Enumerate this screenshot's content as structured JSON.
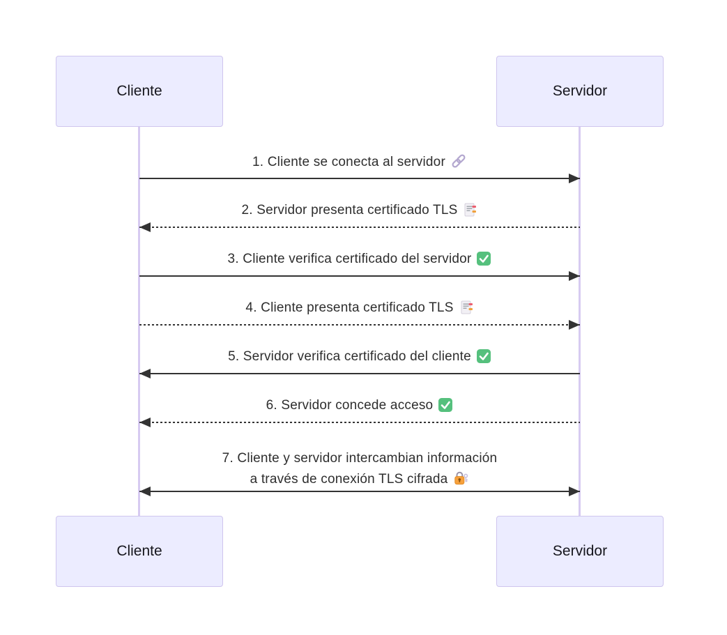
{
  "diagram": {
    "type": "sequence",
    "actors": [
      {
        "label": "Cliente"
      },
      {
        "label": "Servidor"
      }
    ],
    "messages": [
      {
        "label": "1. Cliente se conecta al servidor",
        "icon": "link-icon",
        "from": "Cliente",
        "to": "Servidor",
        "line": "solid",
        "arrow": "right"
      },
      {
        "label": "2. Servidor presenta certificado TLS",
        "icon": "bookmark-tabs-icon",
        "from": "Servidor",
        "to": "Cliente",
        "line": "dashed",
        "arrow": "left"
      },
      {
        "label": "3. Cliente verifica certificado del servidor",
        "icon": "check-mark-icon",
        "from": "Cliente",
        "to": "Servidor",
        "line": "solid",
        "arrow": "right"
      },
      {
        "label": "4. Cliente presenta certificado TLS",
        "icon": "bookmark-tabs-icon",
        "from": "Cliente",
        "to": "Servidor",
        "line": "dashed",
        "arrow": "right"
      },
      {
        "label": "5. Servidor verifica certificado del cliente",
        "icon": "check-mark-icon",
        "from": "Servidor",
        "to": "Cliente",
        "line": "solid",
        "arrow": "left"
      },
      {
        "label": "6. Servidor concede acceso",
        "icon": "check-mark-icon",
        "from": "Servidor",
        "to": "Cliente",
        "line": "dashed",
        "arrow": "left"
      },
      {
        "label": "7. Cliente y servidor intercambian información",
        "label_line2": "a través de conexión TLS cifrada",
        "icon": "lock-with-key-icon",
        "from": "Cliente",
        "to": "Servidor",
        "line": "solid",
        "arrow": "both"
      }
    ],
    "colors": {
      "actor_fill": "#ECECFF",
      "actor_border": "#cfc5ee",
      "lifeline": "#d7cbf1",
      "arrow": "#333333",
      "check_green": "#55c07d",
      "tab_red": "#ec5f6f",
      "tab_orange": "#f0a13c",
      "lock_orange": "#f7a13c",
      "link_lilac": "#b3a7cf"
    }
  }
}
